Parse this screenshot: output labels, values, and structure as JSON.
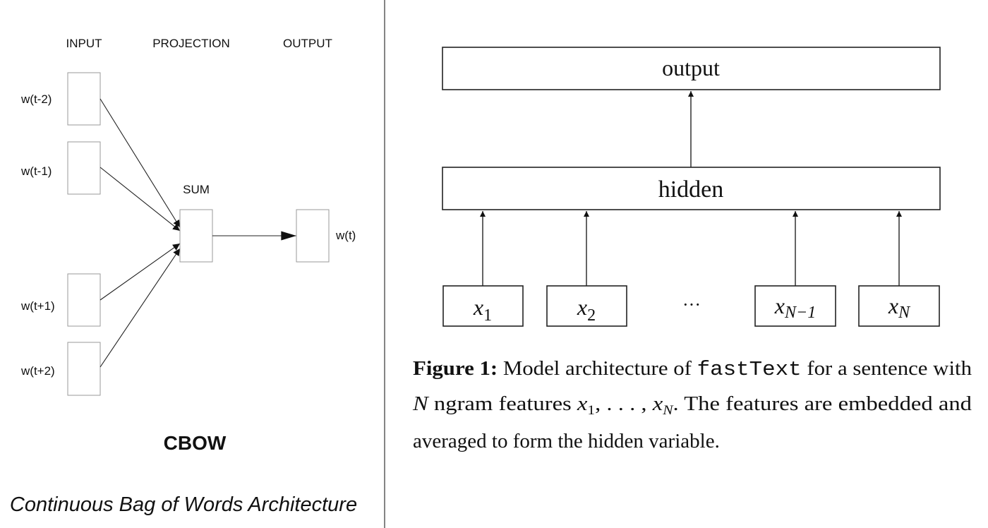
{
  "cbow": {
    "headers": {
      "input": "INPUT",
      "projection": "PROJECTION",
      "output": "OUTPUT"
    },
    "inputs": [
      "w(t-2)",
      "w(t-1)",
      "w(t+1)",
      "w(t+2)"
    ],
    "sum_label": "SUM",
    "output_label": "w(t)",
    "name": "CBOW",
    "caption": "Continuous Bag of Words Architecture"
  },
  "fasttext": {
    "output_label": "output",
    "hidden_label": "hidden",
    "inputs": [
      {
        "base": "x",
        "sub": "1"
      },
      {
        "base": "x",
        "sub": "2"
      },
      {
        "base": "x",
        "sub": "N−1"
      },
      {
        "base": "x",
        "sub": "N"
      }
    ],
    "ellipsis": "···",
    "caption": {
      "figure_label": "Figure 1:",
      "line1_pre": " Model architecture of ",
      "line1_code": "fastText",
      "line1_post": " for a sentence with",
      "line2_n": "N",
      "line2_a": " ngram features ",
      "line2_x1": "x",
      "line2_x1_sub": "1",
      "line2_dots": ", . . . , ",
      "line2_xn": "x",
      "line2_xn_sub": "N",
      "line2_b": ". The features are embedded and",
      "line3": "averaged to form the hidden variable."
    }
  }
}
